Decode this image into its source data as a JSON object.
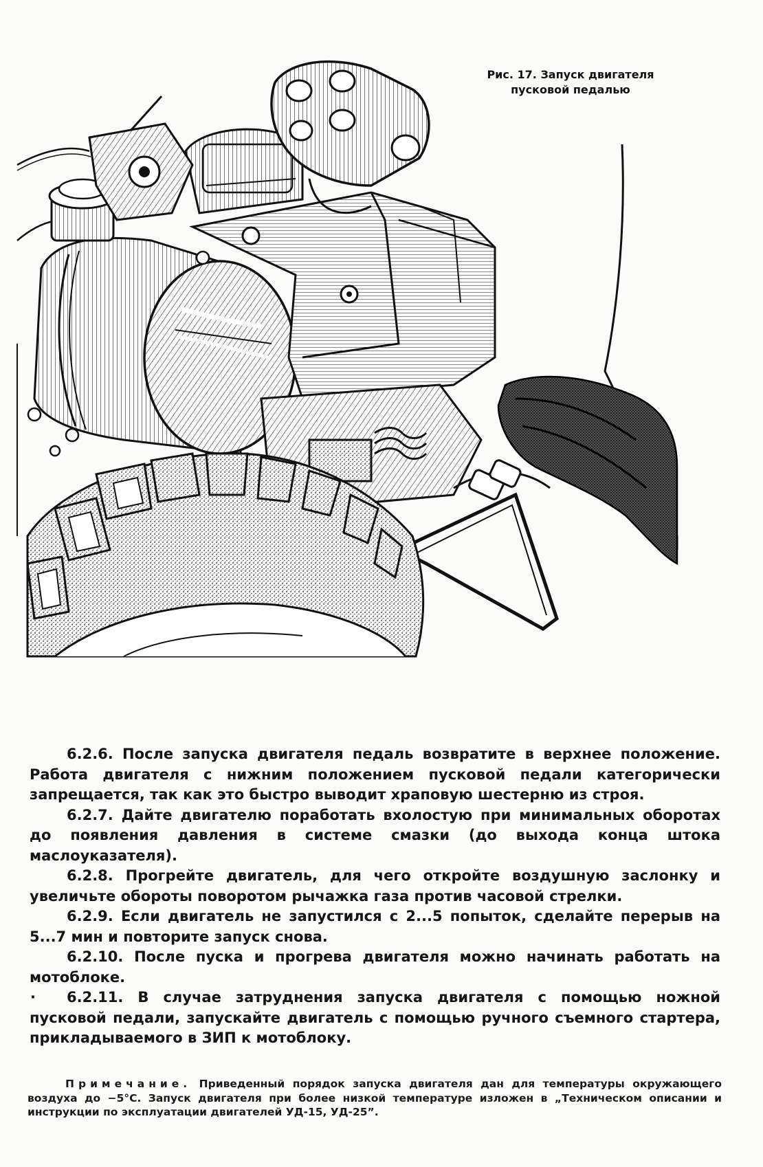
{
  "figure": {
    "caption_line1": "Рис. 17. Запуск двигателя",
    "caption_line2": "пусковой педалью"
  },
  "paragraphs": [
    {
      "text": "6.2.6. После запуска двигателя педаль возвратите в верхнее положение. Работа двигателя с нижним положением пусковой педали категорически запрещается, так как это быстро выводит храповую шестерню из строя."
    },
    {
      "text": "6.2.7. Дайте двигателю поработать вхолостую при минимальных оборотах до появления давления в системе смазки (до выхода конца штока маслоуказателя)."
    },
    {
      "text": "6.2.8. Прогрейте двигатель, для чего откройте воздушную заслонку и увеличьте обороты поворотом рычажка газа против часовой стрелки."
    },
    {
      "text": "6.2.9. Если двигатель не запустился с 2...5 попыток, сделайте перерыв на 5...7 мин и повторите запуск снова."
    },
    {
      "text": "6.2.10. После пуска и прогрева двигателя можно начинать работать на мотоблоке."
    },
    {
      "bullet": "·",
      "text": "6.2.11. В случае затруднения запуска двигателя с помощью ножной пусковой педали, запускайте двигатель с помощью ручного съемного стартера, прикладываемого в ЗИП к мотоблоку."
    }
  ],
  "note": {
    "label": "Примечание.",
    "text": "Приведенный порядок запуска двигателя дан для температуры окружающего воздуха до −5°С. Запуск двигателя при более низкой температуре изложен в „Техническом описании и инструкции по эксплуатации двигателей УД-15, УД-25”."
  }
}
